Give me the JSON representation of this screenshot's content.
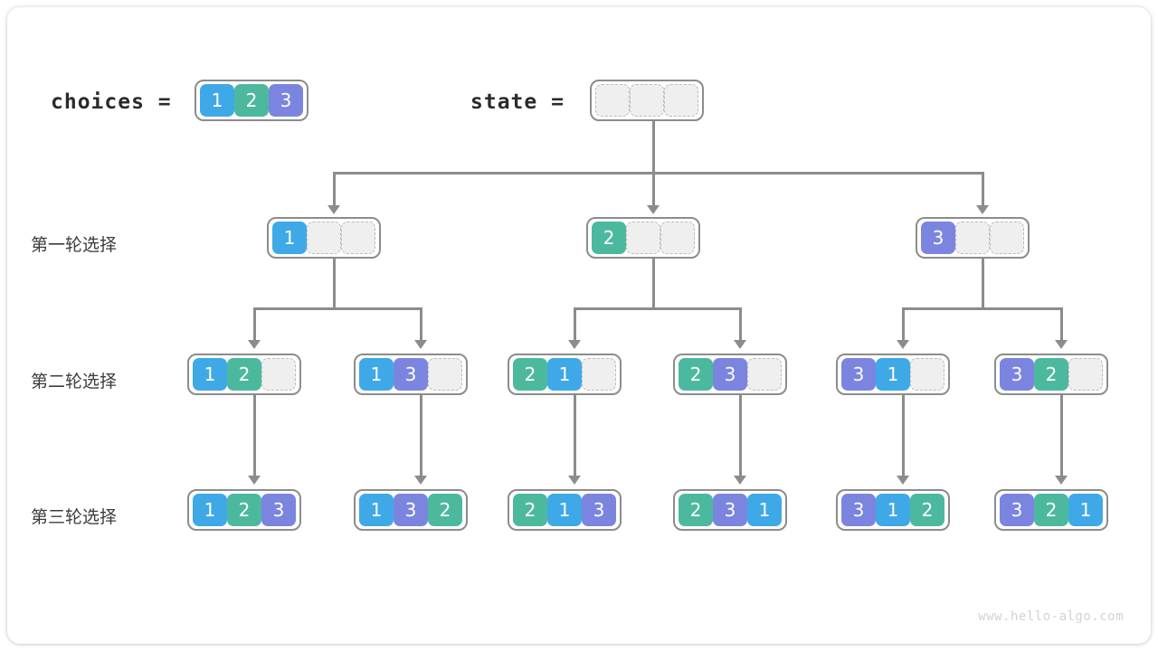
{
  "diagram": {
    "title": "permutation-backtracking-tree",
    "colors": {
      "value_1": "#3fa9e8",
      "value_2": "#4cb99f",
      "value_3": "#7b85e0",
      "empty_cell": "#efefef",
      "border": "#8c8c8c",
      "connector": "#8c8c8c",
      "text": "#2b2b2b",
      "watermark": "#d2d2d2"
    },
    "header": {
      "choices_label": "choices =",
      "choices_values": [
        "1",
        "2",
        "3"
      ],
      "state_label": "state =",
      "state_values": [
        "",
        "",
        ""
      ]
    },
    "row_labels": [
      "第一轮选择",
      "第二轮选择",
      "第三轮选择"
    ],
    "round1": [
      {
        "values": [
          "1",
          "",
          ""
        ]
      },
      {
        "values": [
          "2",
          "",
          ""
        ]
      },
      {
        "values": [
          "3",
          "",
          ""
        ]
      }
    ],
    "round2": [
      {
        "values": [
          "1",
          "2",
          ""
        ]
      },
      {
        "values": [
          "1",
          "3",
          ""
        ]
      },
      {
        "values": [
          "2",
          "1",
          ""
        ]
      },
      {
        "values": [
          "2",
          "3",
          ""
        ]
      },
      {
        "values": [
          "3",
          "1",
          ""
        ]
      },
      {
        "values": [
          "3",
          "2",
          ""
        ]
      }
    ],
    "round3": [
      {
        "values": [
          "1",
          "2",
          "3"
        ]
      },
      {
        "values": [
          "1",
          "3",
          "2"
        ]
      },
      {
        "values": [
          "2",
          "1",
          "3"
        ]
      },
      {
        "values": [
          "2",
          "3",
          "1"
        ]
      },
      {
        "values": [
          "3",
          "1",
          "2"
        ]
      },
      {
        "values": [
          "3",
          "2",
          "1"
        ]
      }
    ],
    "watermark": "www.hello-algo.com"
  }
}
